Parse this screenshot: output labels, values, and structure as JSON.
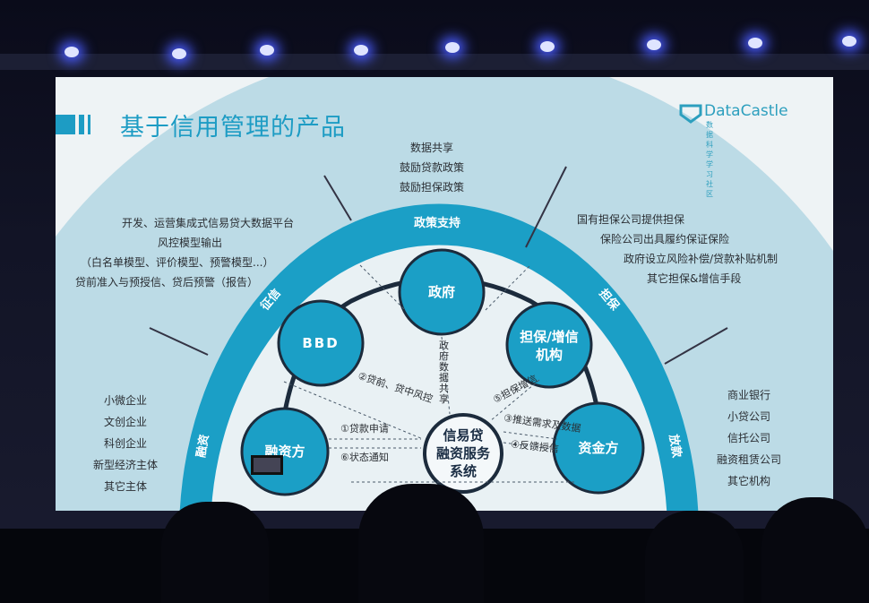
{
  "slide": {
    "title": "基于信用管理的产品",
    "logo": {
      "name": "DataCastle",
      "subtitle": "数据科学学习社区"
    },
    "colors": {
      "teal": "#1b9fc6",
      "light_arc": "#b9dbe6",
      "title": "#1d9cc4"
    },
    "ring_labels": {
      "top": "政策支持",
      "left_upper": "征信",
      "left_lower": "融资",
      "right_upper": "担保",
      "right_lower": "放款"
    },
    "top_notes": [
      "数据共享",
      "鼓励贷款政策",
      "鼓励担保政策"
    ],
    "left_notes": [
      "开发、运营集成式信易贷大数据平台",
      "风控模型输出",
      "（白名单模型、评价模型、预警模型...）",
      "贷前准入与预授信、贷后预警（报告）"
    ],
    "right_notes": [
      "国有担保公司提供担保",
      "保险公司出具履约保证保险",
      "政府设立风险补偿/贷款补贴机制",
      "其它担保&增信手段"
    ],
    "borrowers": [
      "小微企业",
      "文创企业",
      "科创企业",
      "新型经济主体",
      "其它主体"
    ],
    "lenders": [
      "商业银行",
      "小贷公司",
      "信托公司",
      "融资租赁公司",
      "其它机构"
    ],
    "nodes": {
      "gov": "政府",
      "bbd": "BBD",
      "guarantee": "担保/增信机构",
      "borrower": "融资方",
      "funder": "资金方",
      "center_line1": "信易贷",
      "center_line2": "融资服务",
      "center_line3": "系统"
    },
    "flows": {
      "f1": "①贷款申请",
      "f2": "②贷前、贷中风控",
      "f3": "③推送需求及数据",
      "f4": "④反馈授信",
      "f5": "⑤担保增信",
      "f6": "⑥状态通知",
      "gov_share": "政府数据共享"
    }
  }
}
